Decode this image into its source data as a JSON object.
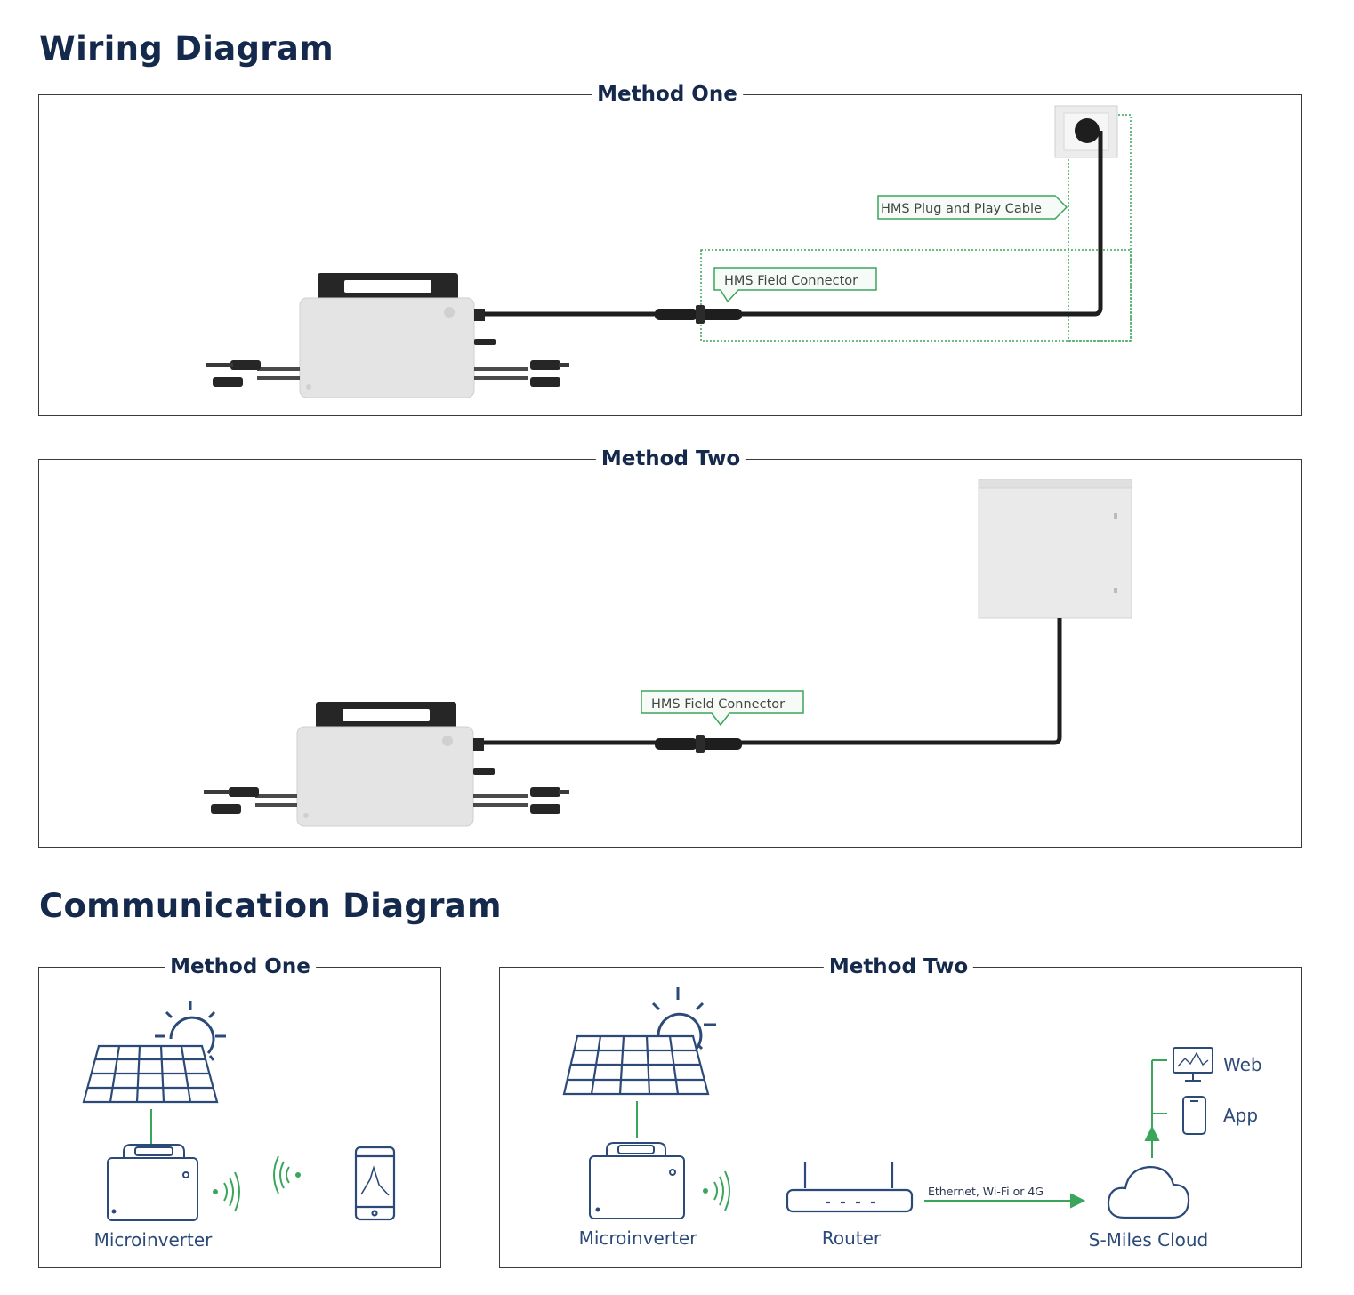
{
  "wiring": {
    "heading": "Wiring Diagram",
    "method_one": {
      "title": "Method One",
      "plug_cable_label": "HMS Plug and Play Cable",
      "field_connector_label": "HMS Field Connector"
    },
    "method_two": {
      "title": "Method Two",
      "field_connector_label": "HMS Field Connector"
    }
  },
  "communication": {
    "heading": "Communication Diagram",
    "method_one": {
      "title": "Method One",
      "microinverter_label": "Microinverter"
    },
    "method_two": {
      "title": "Method Two",
      "microinverter_label": "Microinverter",
      "router_label": "Router",
      "link_label": "Ethernet, Wi-Fi or 4G",
      "cloud_label": "S-Miles Cloud",
      "web_label": "Web",
      "app_label": "App"
    }
  },
  "colors": {
    "heading": "#14294b",
    "accent_green": "#3aa65a",
    "line_blue": "#2c4a78",
    "cable": "#1e1e1e",
    "device_gray": "#e4e4e4"
  }
}
